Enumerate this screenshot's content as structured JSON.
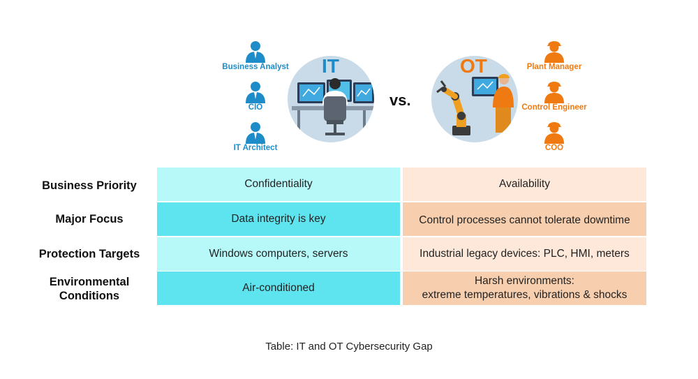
{
  "it": {
    "title": "IT",
    "roles": [
      "Business Analyst",
      "CIO",
      "IT Architect"
    ],
    "color": "#1e8cc8"
  },
  "ot": {
    "title": "OT",
    "roles": [
      "Plant Manager",
      "Control Engineer",
      "COO"
    ],
    "color": "#ef7a12"
  },
  "vs_label": "vs.",
  "table": {
    "rows": [
      {
        "label": "Business Priority",
        "it": "Confidentiality",
        "ot": "Availability"
      },
      {
        "label": "Major Focus",
        "it": "Data integrity is key",
        "ot": "Control processes cannot tolerate downtime"
      },
      {
        "label": "Protection Targets",
        "it": "Windows computers, servers",
        "ot": "Industrial legacy devices: PLC, HMI, meters"
      },
      {
        "label": "Environmental\nConditions",
        "it": "Air-conditioned",
        "ot": "Harsh environments:\nextreme temperatures, vibrations & shocks"
      }
    ],
    "colors": {
      "it_light": "#b7f8f8",
      "it_dark": "#5ee4ef",
      "ot_light": "#fde8d9",
      "ot_dark": "#f8cfae"
    }
  },
  "caption": "Table: IT and OT Cybersecurity Gap",
  "icons": [
    "person-icon",
    "worker-helmet-icon",
    "it-operator-illustration",
    "robot-arm-illustration"
  ]
}
